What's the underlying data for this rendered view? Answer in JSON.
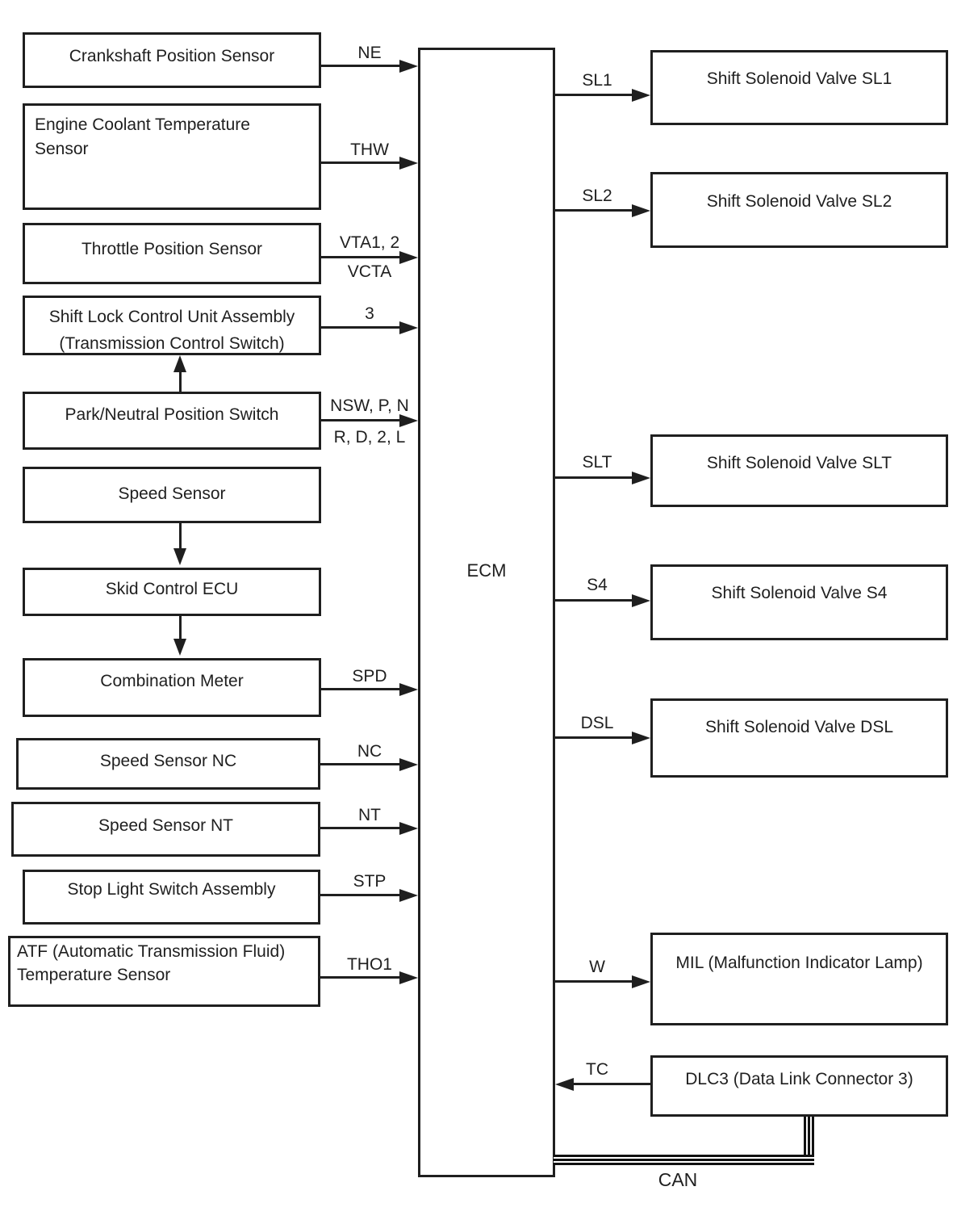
{
  "ecm": {
    "label": "ECM"
  },
  "left_boxes": [
    {
      "label": "Crankshaft Position Sensor"
    },
    {
      "line1": "Engine Coolant Temperature",
      "line2": "Sensor"
    },
    {
      "label": "Throttle Position Sensor"
    },
    {
      "line1": "Shift Lock Control Unit Assembly",
      "line2": "(Transmission Control Switch)"
    },
    {
      "label": "Park/Neutral Position Switch"
    },
    {
      "label": "Speed Sensor"
    },
    {
      "label": "Skid Control ECU"
    },
    {
      "label": "Combination Meter"
    },
    {
      "label": "Speed Sensor NC"
    },
    {
      "label": "Speed Sensor NT"
    },
    {
      "label": "Stop Light Switch Assembly"
    },
    {
      "line1": "ATF (Automatic Transmission Fluid)",
      "line2": "Temperature Sensor"
    }
  ],
  "input_signals": [
    {
      "label": "NE"
    },
    {
      "label": "THW"
    },
    {
      "label": "VTA1, 2",
      "label2": "VCTA"
    },
    {
      "label": "3"
    },
    {
      "label": "NSW, P, N",
      "label2": "R, D, 2, L"
    },
    {
      "label": "SPD"
    },
    {
      "label": "NC"
    },
    {
      "label": "NT"
    },
    {
      "label": "STP"
    },
    {
      "label": "THO1"
    }
  ],
  "right_boxes": [
    {
      "label": "Shift Solenoid Valve SL1"
    },
    {
      "label": "Shift Solenoid Valve SL2"
    },
    {
      "label": "Shift Solenoid Valve SLT"
    },
    {
      "label": "Shift Solenoid Valve S4"
    },
    {
      "label": "Shift Solenoid Valve DSL"
    },
    {
      "label": "MIL (Malfunction Indicator Lamp)"
    },
    {
      "label": "DLC3 (Data Link Connector 3)"
    }
  ],
  "output_signals": [
    {
      "label": "SL1"
    },
    {
      "label": "SL2"
    },
    {
      "label": "SLT"
    },
    {
      "label": "S4"
    },
    {
      "label": "DSL"
    },
    {
      "label": "W"
    },
    {
      "label": "TC"
    }
  ],
  "bus": {
    "label": "CAN"
  },
  "colors": {
    "line": "#1f1f1f",
    "background": "#ffffff"
  }
}
